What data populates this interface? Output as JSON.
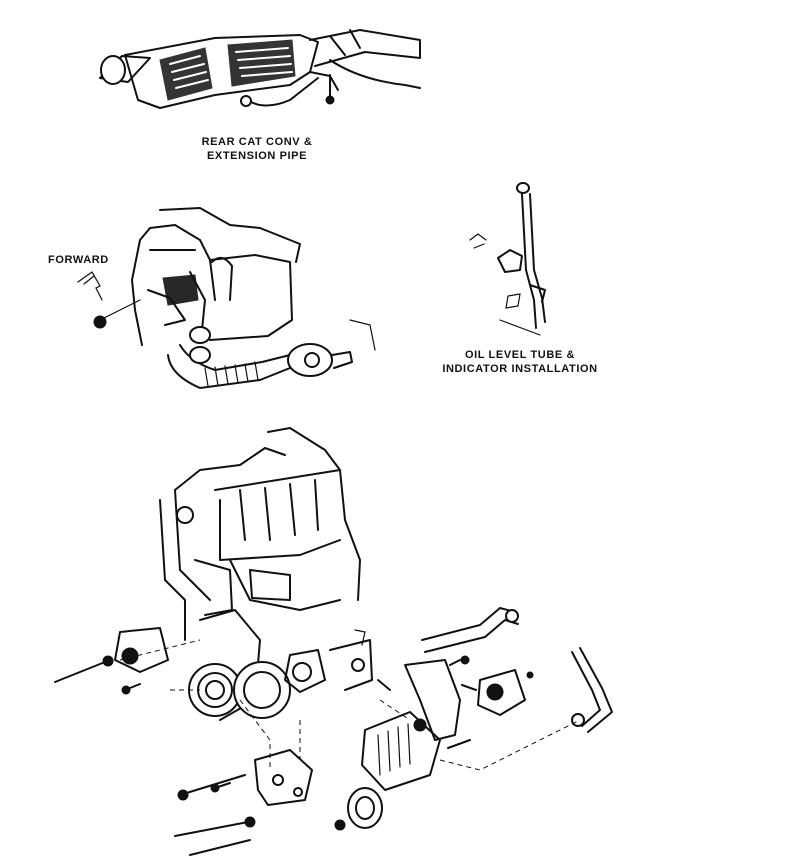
{
  "labels": {
    "cat_conv": [
      "REAR CAT CONV &",
      "EXTENSION PIPE"
    ],
    "forward": "FORWARD",
    "oil_tube": [
      "OIL LEVEL TUBE &",
      "INDICATOR INSTALLATION"
    ]
  },
  "colors": {
    "ink": "#111111",
    "paper": "#ffffff"
  }
}
